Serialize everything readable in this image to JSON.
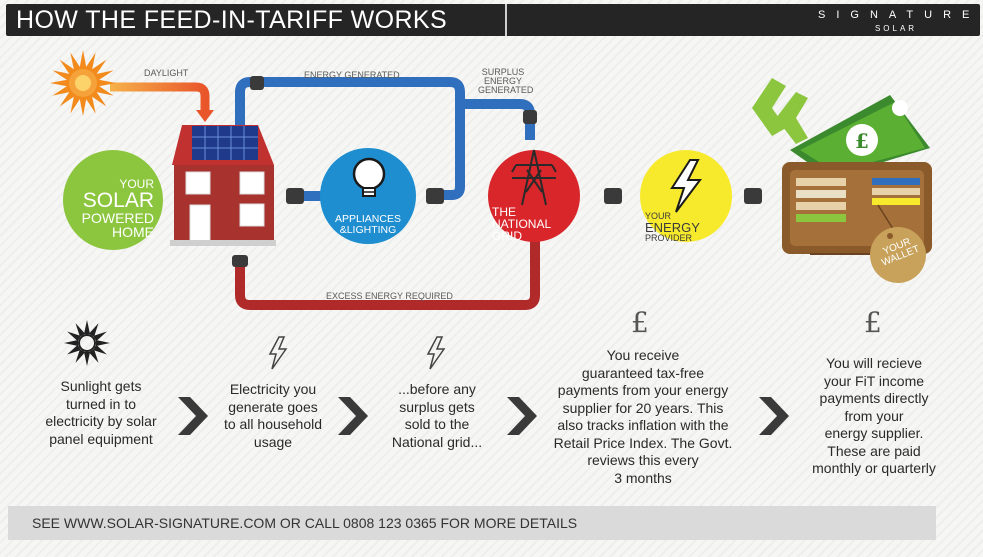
{
  "header": {
    "title": "HOW THE FEED-IN-TARIFF WORKS",
    "brand": "SIGNATURE",
    "brand_sub": "SOLAR"
  },
  "flow_labels": {
    "daylight": "DAYLIGHT",
    "energy_generated": "ENERGY GENERATED",
    "surplus_1": "SURPLUS",
    "surplus_2": "ENERGY",
    "surplus_3": "GENERATED",
    "excess": "EXCESS ENERGY REQUIRED"
  },
  "nodes": {
    "home": [
      "YOUR",
      "SOLAR",
      "POWERED",
      "HOME"
    ],
    "appliances": [
      "APPLIANCES",
      "&LIGHTING"
    ],
    "grid": [
      "THE",
      "NATIONAL",
      "GRID"
    ],
    "provider": [
      "YOUR",
      "ENERGY",
      "PROVIDER"
    ],
    "wallet": [
      "YOUR",
      "WALLET"
    ]
  },
  "steps": [
    "Sunlight gets turned in to electricity by solar panel equipment",
    "Electricity you generate goes to all household usage",
    "...before any surplus gets sold to the National grid...",
    "You receive guaranteed tax-free payments from your energy supplier for 20 years. This also tracks inflation with the Retail Price Index. The Govt. reviews this every 3 months",
    "You will recieve your FiT income payments directly from your energy supplier. These are paid monthly or quarterly"
  ],
  "steps_lines": [
    [
      "Sunlight gets",
      "turned in to",
      "electricity by solar",
      "panel equipment"
    ],
    [
      "Electricity you",
      "generate goes",
      "to all household",
      "usage"
    ],
    [
      "...before any",
      "surplus gets",
      "sold to the",
      "National grid..."
    ],
    [
      "You receive",
      "guaranteed tax-free",
      "payments from your energy",
      "supplier for 20 years. This",
      "also tracks inflation with the",
      "Retail Price Index. The Govt.",
      "reviews this every",
      "3 months"
    ],
    [
      "You will recieve",
      "your FiT income",
      "payments directly",
      "from your",
      "energy supplier.",
      "These are paid",
      "monthly or quarterly"
    ]
  ],
  "footer": {
    "text": "SEE WWW.SOLAR-SIGNATURE.COM OR CALL 0808 123 0365 FOR MORE DETAILS"
  },
  "icons": {
    "sun": "sun-icon",
    "house": "house-icon",
    "bulb": "lightbulb-icon",
    "pylon": "pylon-icon",
    "bolt": "lightning-bolt-icon",
    "wallet": "wallet-icon",
    "pound": "pound-icon",
    "chevron": "chevron-right-icon"
  },
  "pound_symbol": "£",
  "colors": {
    "home_green": "#8cc63f",
    "appliance_blue": "#1e8ed0",
    "grid_red": "#d8262b",
    "provider_yellow": "#f7ea2c",
    "wallet_brown": "#8b5a2b",
    "tag_tan": "#c8a25a",
    "pipe_blue": "#2f6fbd",
    "pipe_red": "#b12a2a",
    "pipe_green": "#5bb033",
    "sun_orange": "#f28a1c"
  }
}
